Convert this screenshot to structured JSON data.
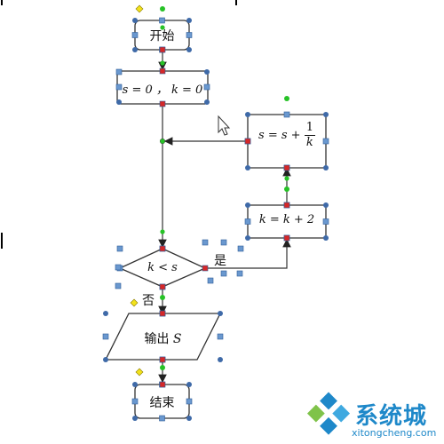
{
  "nodes": {
    "start": "开始",
    "init": "s = 0 ， k = 0",
    "update_s_lhs": "s = s +",
    "update_s_num": "1",
    "update_s_den": "k",
    "update_k": "k = k + 2",
    "condition": "k < s",
    "output_prefix": "输出",
    "output_var": "S",
    "end": "结束"
  },
  "edges": {
    "yes_label": "是",
    "no_label": "否"
  },
  "watermark": {
    "brand": "系统城",
    "url": "xitongcheng.com",
    "logo_colors": [
      "#1e88c9",
      "#3fa9e0",
      "#7fc34a",
      "#1e88c9"
    ]
  },
  "colors": {
    "line": "#333333",
    "handle_square": "#6a98cf",
    "handle_circle": "#3f6aa8",
    "handle_red": "#d62828",
    "handle_green": "#27c227",
    "handle_yellow": "#f2e21b"
  }
}
